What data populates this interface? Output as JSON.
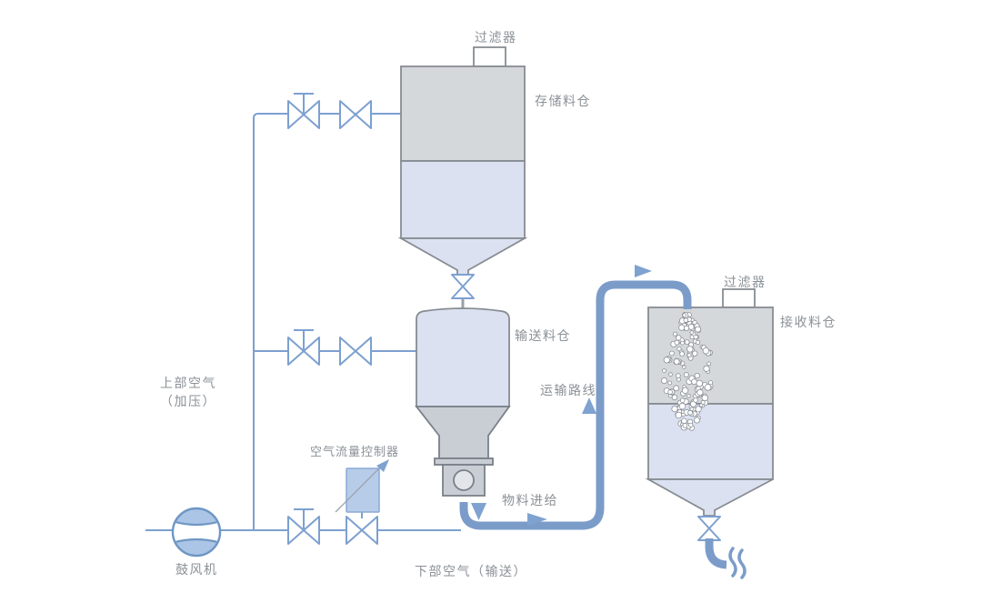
{
  "diagram": {
    "type": "pneumatic-conveying-system-schematic",
    "labels": {
      "storage_filter": "过滤器",
      "storage_silo": "存储料仓",
      "transfer_silo": "输送料仓",
      "transport_route": "运输路线",
      "receiving_filter": "过滤器",
      "receiving_silo": "接收料仓",
      "upper_air_line1": "上部空气",
      "upper_air_line2": "（加压）",
      "air_flow_controller": "空气流量控制器",
      "material_feed": "物料进给",
      "blower": "鼓风机",
      "lower_air": "下部空气（输送）"
    },
    "icons": [
      "valve-icon",
      "hand-valve-icon",
      "blower-icon",
      "air-flow-controller-icon",
      "flow-arrow-icon",
      "filter-box-icon",
      "steam-wave-icon",
      "particle-plume"
    ],
    "colors": {
      "line_blue": "#7da0d0",
      "pipe_blue": "#7b9cc9",
      "arrow_blue": "#7fa2d0",
      "vessel_gray": "#d4d8db",
      "vessel_blue": "#dbe1f0",
      "feeder_gray": "#c9ced4",
      "blower_fill": "#abc5e6",
      "controller_fill": "#b7cce9",
      "label_text": "#8b9196",
      "background": "#ffffff"
    }
  }
}
